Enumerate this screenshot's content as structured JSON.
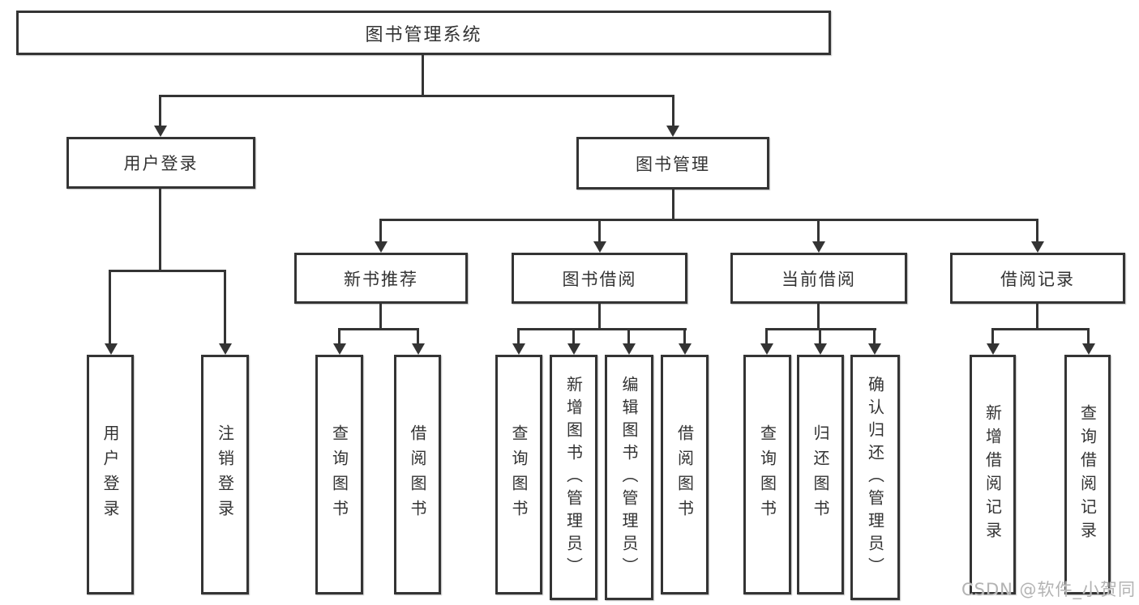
{
  "diagram": {
    "title": "图书管理系统",
    "root": {
      "label": "图书管理系统"
    },
    "level2": [
      {
        "label": "用户登录"
      },
      {
        "label": "图书管理"
      }
    ],
    "level3": [
      {
        "label": "新书推荐"
      },
      {
        "label": "图书借阅"
      },
      {
        "label": "当前借阅"
      },
      {
        "label": "借阅记录"
      }
    ],
    "leaves": {
      "user_login": [
        "用户登录",
        "注销登录"
      ],
      "new_book_recommendation": [
        "查询图书",
        "借阅图书"
      ],
      "book_borrowing": [
        "查询图书",
        "新增图书（管理员）",
        "编辑图书（管理员）",
        "借阅图书"
      ],
      "current_borrowing": [
        "查询图书",
        "归还图书",
        "确认归还（管理员）"
      ],
      "borrowing_records": [
        "新增借阅记录",
        "查询借阅记录"
      ]
    }
  },
  "icons": {
    "arrowhead_down": "▼ (css triangle)"
  },
  "colors": {
    "line": "#343434",
    "text": "#333333",
    "background": "#ffffff",
    "watermark": "#b3b3b3"
  },
  "watermark": {
    "text": "CSDN @软件_小贺同学"
  }
}
